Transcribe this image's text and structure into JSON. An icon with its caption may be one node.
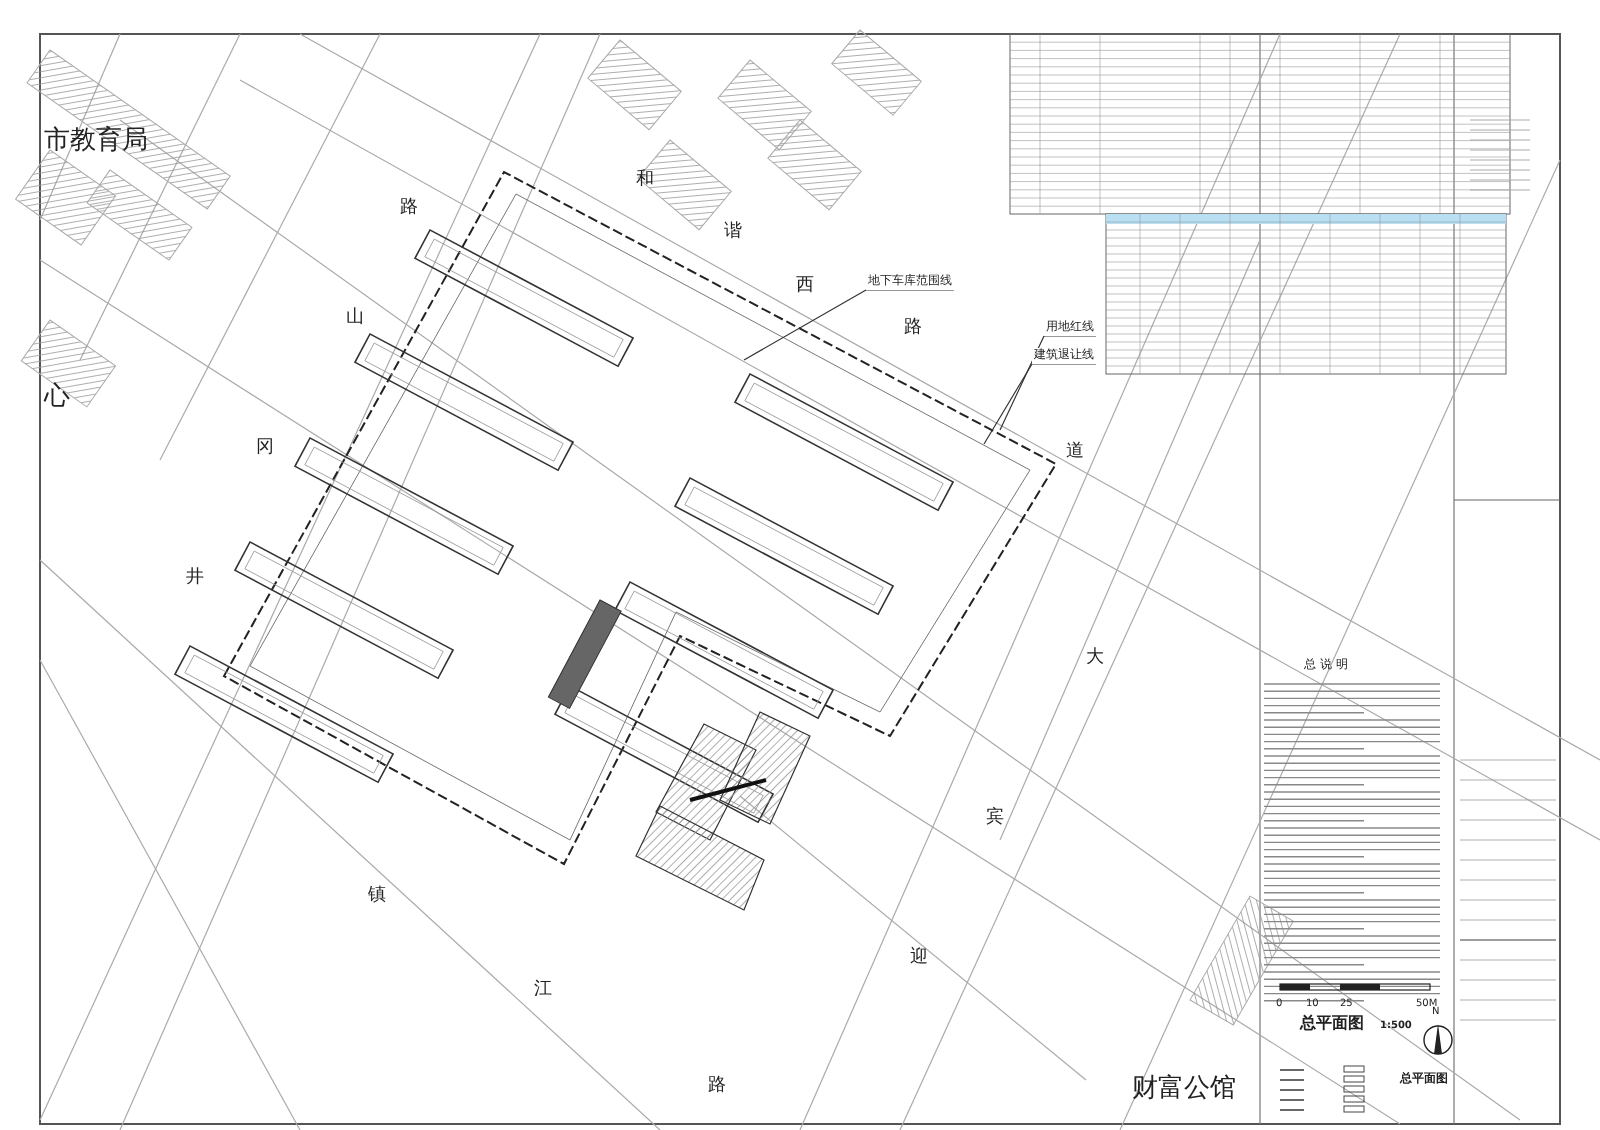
{
  "diagram": {
    "title": "总平面图",
    "nodes": [
      {
        "text": [
          "地下车库范围线"
        ]
      },
      {
        "text": [
          "用地红线"
        ]
      },
      {
        "text": [
          "建筑退让线"
        ]
      }
    ],
    "edges": [
      {
        "from": 0,
        "to": null,
        "arrow": "none"
      },
      {
        "from": 1,
        "to": null,
        "arrow": "none"
      },
      {
        "from": 2,
        "to": null,
        "arrow": "none"
      }
    ],
    "labels": [
      "市教育局",
      "心",
      "路",
      "山",
      "冈",
      "井",
      "和",
      "谐",
      "西",
      "路",
      "道",
      "大",
      "宾",
      "迎",
      "镇",
      "江",
      "路",
      "财富公馆",
      "总 说 明",
      "1:500",
      "0",
      "10",
      "25",
      "50M",
      "N",
      "总平面图"
    ]
  }
}
